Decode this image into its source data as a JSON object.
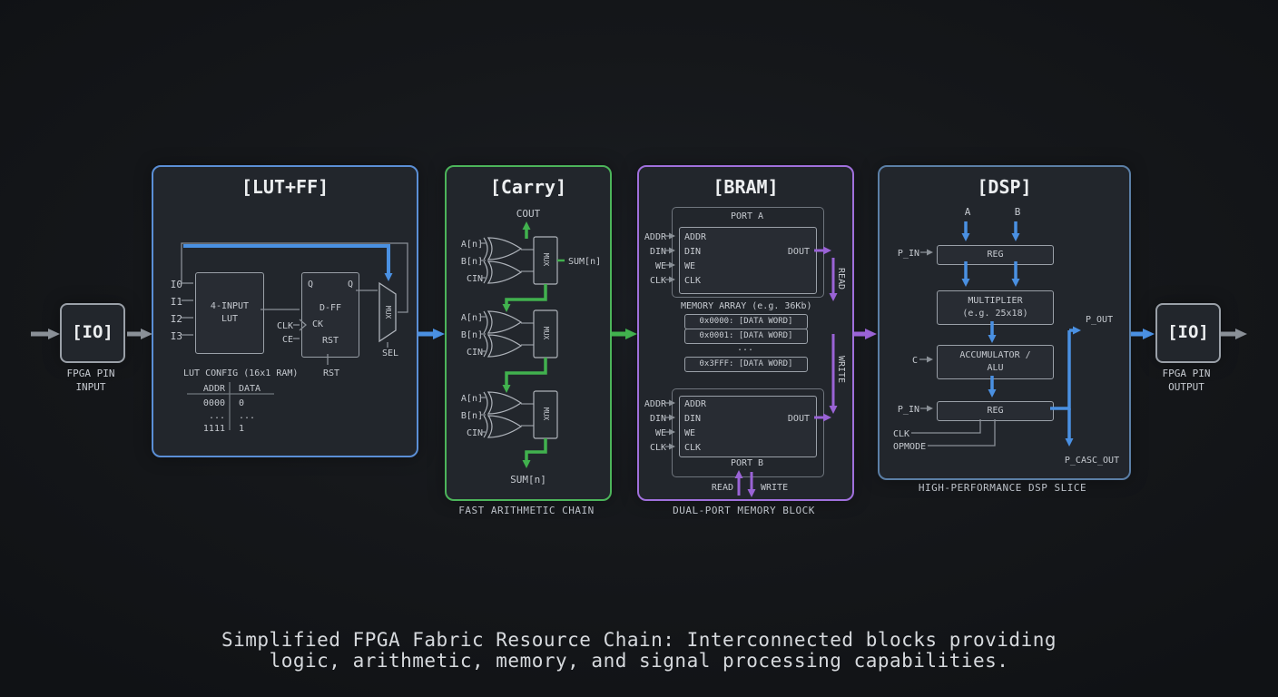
{
  "colors": {
    "background": "#141518",
    "block_fill": "#23262c",
    "lutff_border": "#5b8fd6",
    "carry_border": "#4cb45a",
    "bram_border": "#a070dc",
    "dsp_border": "#5b7fa6",
    "io_border": "#9aa0a8",
    "wire_gray": "#8a9097",
    "accent_blue": "#4a90e2",
    "accent_green": "#41b14e",
    "accent_purple": "#9a63d6",
    "text_primary": "#e8eaed",
    "text_secondary": "#c9cdd3"
  },
  "io_input": {
    "title": "[IO]",
    "caption_line1": "FPGA PIN",
    "caption_line2": "INPUT"
  },
  "io_output": {
    "title": "[IO]",
    "caption_line1": "FPGA PIN",
    "caption_line2": "OUTPUT"
  },
  "lutff": {
    "title": "[LUT+FF]",
    "inputs": [
      "I0",
      "I1",
      "I2",
      "I3"
    ],
    "lut_line1": "4-INPUT",
    "lut_line2": "LUT",
    "dff": {
      "q_left": "Q",
      "q_right": "Q",
      "name": "D-FF",
      "ck": "CK",
      "rst": "RST"
    },
    "clk": "CLK",
    "ce": "CE",
    "rst_below": "RST",
    "mux": "MUX",
    "sel": "SEL",
    "config_title": "LUT CONFIG (16x1 RAM)",
    "config_table": {
      "col_addr": "ADDR",
      "col_data": "DATA",
      "rows": [
        [
          "0000",
          "0"
        ],
        [
          "...",
          "..."
        ],
        [
          "1111",
          "1"
        ]
      ]
    }
  },
  "carry": {
    "title": "[Carry]",
    "cout": "COUT",
    "stage_inputs": [
      "A[n]",
      "B[n]",
      "CIN"
    ],
    "mux": "MUX",
    "sum_mid": "SUM[n]",
    "sum_bottom": "SUM[n]",
    "caption": "FAST ARITHMETIC CHAIN"
  },
  "bram": {
    "title": "[BRAM]",
    "port_a_label": "PORT A",
    "port_b_label": "PORT B",
    "signals": [
      "ADDR",
      "DIN",
      "WE",
      "CLK"
    ],
    "dout": "DOUT",
    "read_vertical": "READ",
    "write_vertical": "WRITE",
    "memory_title": "MEMORY ARRAY (e.g. 36Kb)",
    "memory_rows": [
      "0x0000: [DATA WORD]",
      "0x0001: [DATA WORD]",
      "...",
      "0x3FFF: [DATA WORD]"
    ],
    "read_bottom": "READ",
    "write_bottom": "WRITE",
    "caption": "DUAL-PORT MEMORY BLOCK"
  },
  "dsp": {
    "title": "[DSP]",
    "in_a": "A",
    "in_b": "B",
    "p_in": "P_IN",
    "reg": "REG",
    "mult_line1": "MULTIPLIER",
    "mult_line2": "(e.g. 25x18)",
    "acc_line1": "ACCUMULATOR /",
    "acc_line2": "ALU",
    "c_in": "C",
    "clk": "CLK",
    "opmode": "OPMODE",
    "p_out": "P_OUT",
    "p_casc_out": "P_CASC_OUT",
    "caption": "HIGH-PERFORMANCE DSP SLICE"
  },
  "footer": {
    "line1": "Simplified FPGA Fabric Resource Chain: Interconnected blocks providing",
    "line2": "logic, arithmetic, memory, and signal processing capabilities."
  }
}
